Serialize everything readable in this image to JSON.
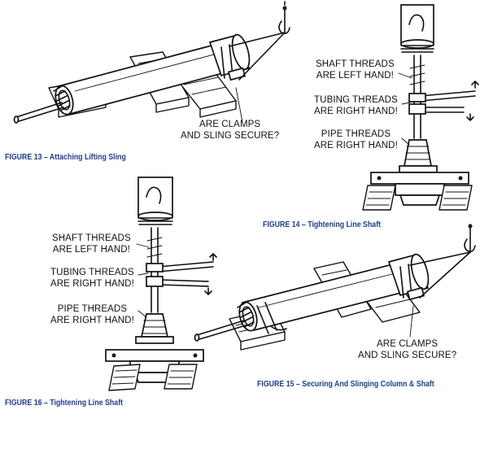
{
  "figures": [
    {
      "caption": "FIGURE 13 – Attaching Lifting Sling",
      "callouts": [
        {
          "line1": "ARE CLAMPS",
          "line2": "AND SLING SECURE?"
        }
      ]
    },
    {
      "caption": "FIGURE 14 – Tightening Line Shaft",
      "callouts": [
        {
          "line1": "SHAFT THREADS",
          "line2": "ARE LEFT HAND!"
        },
        {
          "line1": "TUBING THREADS",
          "line2": "ARE RIGHT HAND!"
        },
        {
          "line1": "PIPE THREADS",
          "line2": "ARE RIGHT HAND!"
        }
      ]
    },
    {
      "caption": "FIGURE 15 – Securing And Slinging Column & Shaft",
      "callouts": [
        {
          "line1": "ARE CLAMPS",
          "line2": "AND SLING SECURE?"
        }
      ]
    },
    {
      "caption": "FIGURE 16 – Tightening Line Shaft",
      "callouts": [
        {
          "line1": "SHAFT THREADS",
          "line2": "ARE LEFT HAND!"
        },
        {
          "line1": "TUBING THREADS",
          "line2": "ARE RIGHT HAND!"
        },
        {
          "line1": "PIPE THREADS",
          "line2": "ARE RIGHT HAND!"
        }
      ]
    }
  ],
  "colors": {
    "caption": "#1f3d8a",
    "line_art": "#111111",
    "background": "#ffffff"
  }
}
